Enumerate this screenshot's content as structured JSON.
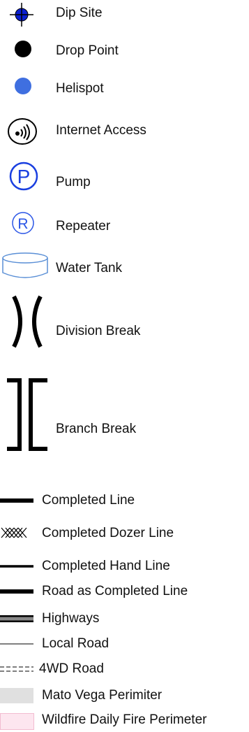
{
  "legend": {
    "items": [
      {
        "label": "Dip Site",
        "icon": "crosshair-dot-icon",
        "color": "#0b1fd1"
      },
      {
        "label": "Drop Point",
        "icon": "black-dot-icon",
        "color": "#000000"
      },
      {
        "label": "Helispot",
        "icon": "blue-dot-icon",
        "color": "#3f6fe0"
      },
      {
        "label": "Internet Access",
        "icon": "wifi-circle-icon",
        "color": "#000000"
      },
      {
        "label": "Pump",
        "icon": "pump-p-icon",
        "color": "#1a3fe0"
      },
      {
        "label": "Repeater",
        "icon": "repeater-r-icon",
        "color": "#2a55e6"
      },
      {
        "label": "Water Tank",
        "icon": "water-tank-icon",
        "color": "#5a8fd6"
      },
      {
        "label": "Division Break",
        "icon": "division-break-icon",
        "color": "#000000"
      },
      {
        "label": "Branch Break",
        "icon": "branch-break-icon",
        "color": "#000000"
      },
      {
        "label": "Completed Line",
        "icon": "completed-line-icon",
        "color": "#000000"
      },
      {
        "label": "Completed Dozer Line",
        "icon": "dozer-line-icon",
        "color": "#000000"
      },
      {
        "label": "Completed Hand Line",
        "icon": "hand-line-icon",
        "color": "#000000"
      },
      {
        "label": "Road as Completed Line",
        "icon": "road-completed-line-icon",
        "color": "#000000"
      },
      {
        "label": "Highways",
        "icon": "highway-icon",
        "color": "#888888"
      },
      {
        "label": "Local Road",
        "icon": "local-road-icon",
        "color": "#000000"
      },
      {
        "label": "4WD Road",
        "icon": "4wd-road-icon",
        "color": "#000000"
      },
      {
        "label": "Mato Vega Perimiter",
        "icon": "grey-fill-swatch-icon",
        "color": "#e0e0e0"
      },
      {
        "label": "Wildfire Daily Fire Perimeter",
        "icon": "pink-fill-swatch-icon",
        "color": "#fde6ef"
      }
    ]
  }
}
